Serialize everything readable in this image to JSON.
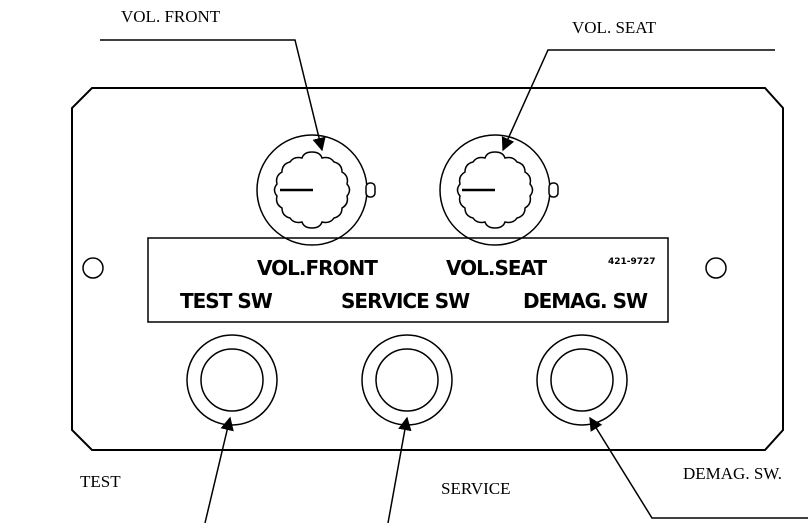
{
  "callouts": {
    "vol_front": "VOL. FRONT",
    "vol_seat": "VOL. SEAT",
    "test": "TEST",
    "service": "SERVICE",
    "demag": "DEMAG. SW."
  },
  "panel": {
    "label_vol_front": "VOL.FRONT",
    "label_vol_seat": "VOL.SEAT",
    "part_number": "421-9727",
    "label_test_sw": "TEST SW",
    "label_service_sw": "SERVICE SW",
    "label_demag_sw": "DEMAG. SW"
  }
}
